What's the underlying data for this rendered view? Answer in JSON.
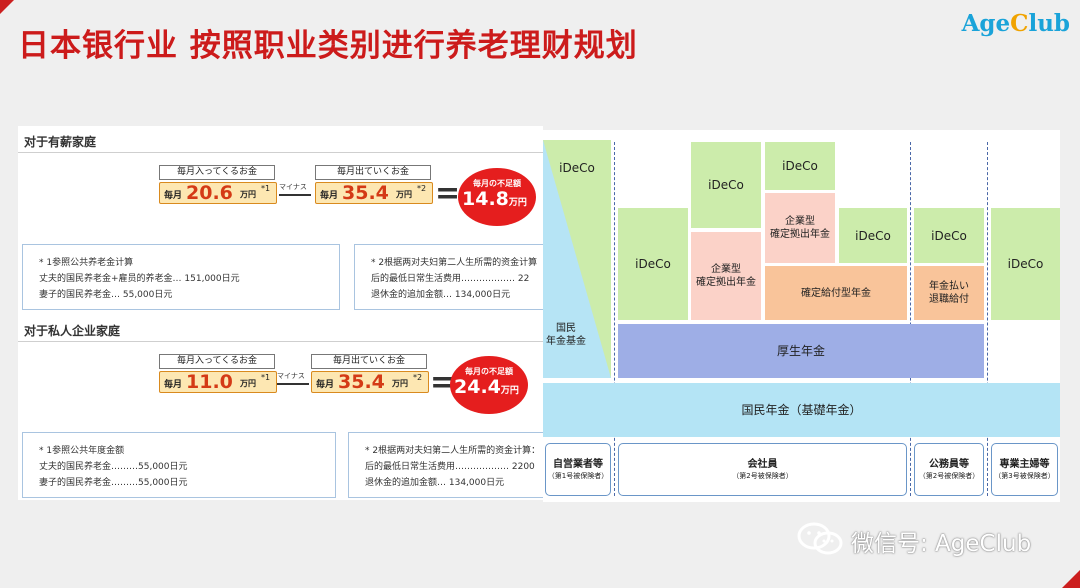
{
  "title": "日本银行业 按照职业类别进行养老理财规划",
  "logo": {
    "part1": "Age",
    "part2": "C",
    "part3": "lub"
  },
  "salaried": {
    "heading": "对于有薪家庭",
    "income_label": "毎月入ってくるお金",
    "expense_label": "毎月出ていくお金",
    "income_prefix": "毎月",
    "income_value": "20.6",
    "income_unit": "万円",
    "income_note": "*1",
    "minus_text": "マイナス",
    "expense_prefix": "毎月",
    "expense_value": "35.4",
    "expense_unit": "万円",
    "expense_note": "*2",
    "equals": "=",
    "deficit_label": "毎月の不足額",
    "deficit_value": "14.8",
    "deficit_unit": "万円",
    "note1": [
      "* 1参照公共养老金计算",
      "丈夫的国民养老金+雇员的养老金… 151,000日元",
      "妻子的国民养老金… 55,000日元"
    ],
    "note2": [
      "* 2根据两对夫妇第二人生所需的资金计算",
      "后的最低日常生活费用……………… 22",
      "退休金的追加金额… 134,000日元"
    ]
  },
  "private": {
    "heading": "对于私人企业家庭",
    "income_label": "毎月入ってくるお金",
    "expense_label": "毎月出ていくお金",
    "income_prefix": "毎月",
    "income_value": "11.0",
    "income_unit": "万円",
    "income_note": "*1",
    "minus_text": "マイナス",
    "expense_prefix": "毎月",
    "expense_value": "35.4",
    "expense_unit": "万円",
    "expense_note": "*2",
    "equals": "=",
    "deficit_label": "毎月の不足額",
    "deficit_value": "24.4",
    "deficit_unit": "万円",
    "note1": [
      "* 1参照公共年度金额",
      "丈夫的国民养老金………55,000日元",
      "妻子的国民养老金………55,000日元"
    ],
    "note2": [
      "* 2根据两对夫妇第二人生所需的资金计算：",
      "后的最低日常生活费用……………… 2200",
      "退休金的追加金额… 134,000日元"
    ]
  },
  "diagram": {
    "ideco": "iDeCo",
    "kokumin_kikin": [
      "国民",
      "年金基金"
    ],
    "kigyo_dc": [
      "企業型",
      "確定拠出年金"
    ],
    "kakutei_kyufu": "確定給付型年金",
    "nenkin_barai": [
      "年金払い",
      "退職給付"
    ],
    "kosei": "厚生年金",
    "kokumin": "国民年金（基礎年金）",
    "categories": [
      {
        "name": "自営業者等",
        "sub": "（第1号被保険者）"
      },
      {
        "name": "会社員",
        "sub": "（第2号被保険者）"
      },
      {
        "name": "公務員等",
        "sub": "（第2号被保険者）"
      },
      {
        "name": "専業主婦等",
        "sub": "（第3号被保険者）"
      }
    ]
  },
  "watermark": "微信号: AgeClub"
}
